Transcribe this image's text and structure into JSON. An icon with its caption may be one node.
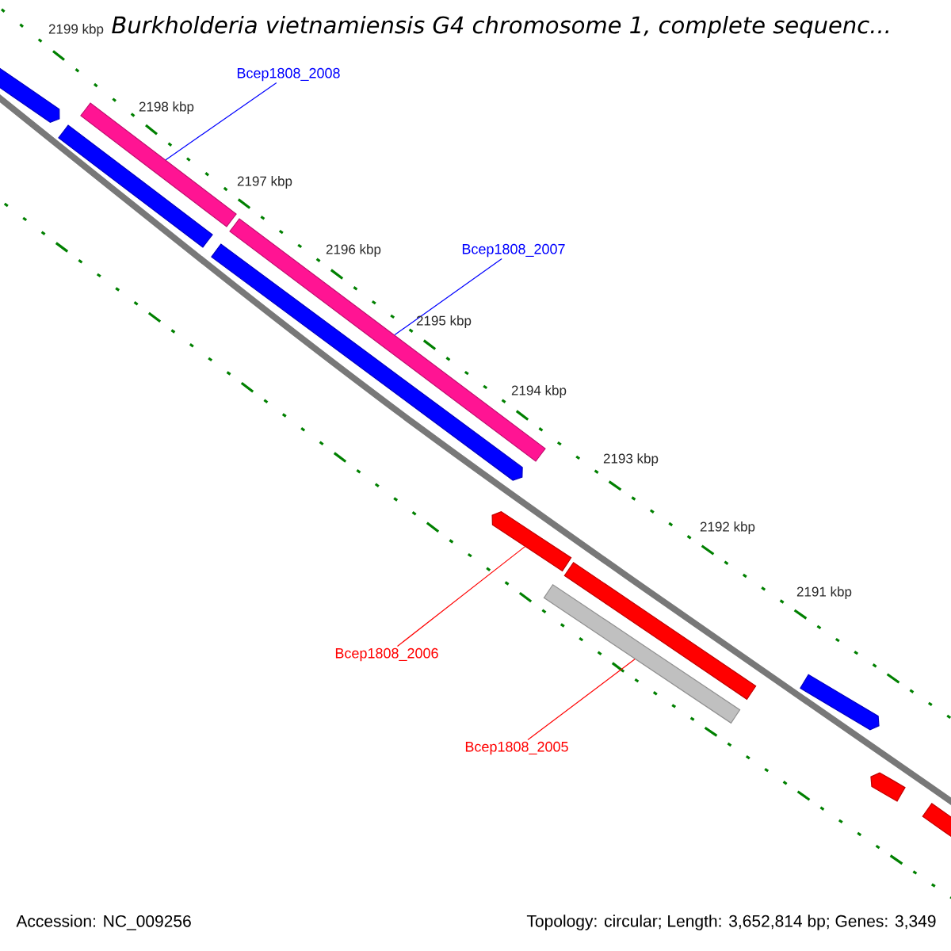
{
  "diagram": {
    "title": "Burkholderia vietnamiensis G4 chromosome 1, complete sequenc...",
    "nodes": [
      {
        "text": [
          "Bcep1808_2008"
        ]
      },
      {
        "text": [
          "Bcep1808_2007"
        ]
      },
      {
        "text": [
          "Bcep1808_2006"
        ]
      },
      {
        "text": [
          "Bcep1808_2005"
        ]
      },
      {
        "text": [],
        "shape": "bar"
      },
      {
        "text": [],
        "shape": "bar"
      },
      {
        "text": [],
        "shape": "bar"
      },
      {
        "text": [],
        "shape": "bar"
      },
      {
        "text": [],
        "shape": "bar"
      },
      {
        "text": [],
        "shape": "bar"
      },
      {
        "text": [],
        "shape": "bar"
      },
      {
        "text": [],
        "shape": "bar"
      },
      {
        "text": [],
        "shape": "bar"
      },
      {
        "text": [],
        "shape": "bar"
      },
      {
        "text": [],
        "shape": "bar"
      }
    ],
    "edges": [
      {
        "from": 0,
        "to": 6,
        "arrow": "none",
        "color": "#0000ff"
      },
      {
        "from": 1,
        "to": 8,
        "arrow": "none",
        "color": "#0000ff"
      },
      {
        "from": 2,
        "to": 9,
        "arrow": "none",
        "color": "#ff0000"
      },
      {
        "from": 3,
        "to": 10,
        "arrow": "none",
        "color": "#ff0000"
      }
    ],
    "labels": [
      "2199 kbp",
      "2198 kbp",
      "2197 kbp",
      "2196 kbp",
      "2195 kbp",
      "2194 kbp",
      "2193 kbp",
      "2192 kbp",
      "2191 kbp",
      "Accession: NC_009256",
      "Topology: circular; Length: 3,652,814 bp; Genes: 3,349"
    ]
  }
}
